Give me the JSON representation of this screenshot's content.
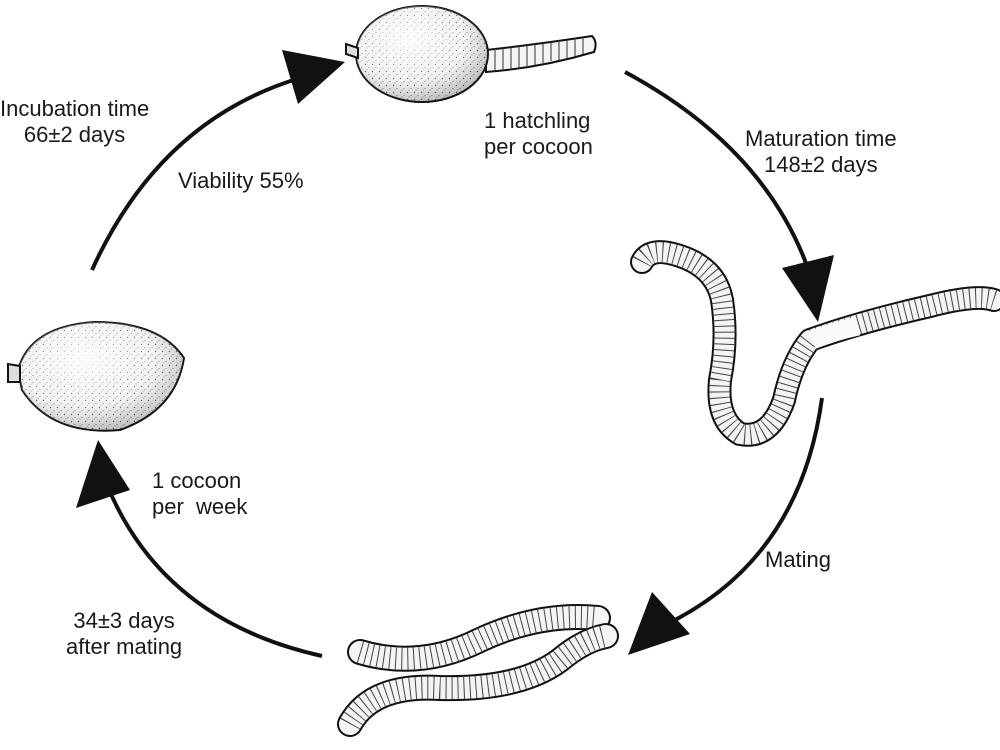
{
  "labels": {
    "incubation": {
      "line1": "Incubation time",
      "line2": "66±2 days"
    },
    "viability": "Viability 55%",
    "hatchling": {
      "line1": "1 hatchling",
      "line2": "per cocoon"
    },
    "maturation": {
      "line1": "Maturation time",
      "line2": "148±2 days"
    },
    "mating": "Mating",
    "cocoon_rate": {
      "line1": "1 cocoon",
      "line2": "per  week"
    },
    "after_mating": {
      "line1": "34±3 days",
      "line2": "after mating"
    }
  },
  "colors": {
    "ink": "#111111",
    "stipple": "#e4e4e4",
    "worm_fill": "#f4f4f4"
  },
  "stages": [
    "cocoon-hatching",
    "adult-worm",
    "mating-pair",
    "cocoon"
  ]
}
